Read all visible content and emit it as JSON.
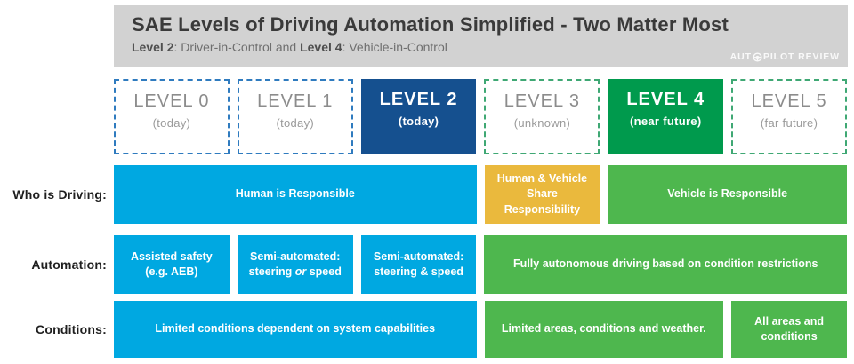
{
  "header": {
    "title": "SAE Levels of Driving Automation Simplified - Two Matter Most",
    "subtitle_bold1": "Level 2",
    "subtitle_mid1": ": Driver-in-Control and ",
    "subtitle_bold2": "Level 4",
    "subtitle_mid2": ": Vehicle-in-Control",
    "logo_pre": "AUT",
    "logo_post": "PILOT REVIEW"
  },
  "levels": [
    {
      "name": "LEVEL 0",
      "note": "(today)"
    },
    {
      "name": "LEVEL 1",
      "note": "(today)"
    },
    {
      "name": "LEVEL 2",
      "note": "(today)"
    },
    {
      "name": "LEVEL 3",
      "note": "(unknown)"
    },
    {
      "name": "LEVEL 4",
      "note": "(near future)"
    },
    {
      "name": "LEVEL 5",
      "note": "(far future)"
    }
  ],
  "rows": {
    "who": {
      "label": "Who is Driving:",
      "human": "Human is Responsible",
      "share_l1": "Human & Vehicle",
      "share_l2": "Share",
      "share_l3": "Responsibility",
      "vehicle": "Vehicle is Responsible"
    },
    "automation": {
      "label": "Automation:",
      "c0_l1": "Assisted safety",
      "c0_l2": "(e.g. AEB)",
      "c1_l1": "Semi-automated:",
      "c1_l2_pre": "steering ",
      "c1_l2_em": "or",
      "c1_l2_post": " speed",
      "c2_l1": "Semi-automated:",
      "c2_l2": "steering & speed",
      "c3": "Fully autonomous driving based on condition restrictions"
    },
    "conditions": {
      "label": "Conditions:",
      "c0": "Limited conditions dependent on system capabilities",
      "c1": "Limited areas, conditions and weather.",
      "c2_l1": "All areas and",
      "c2_l2": "conditions"
    }
  },
  "colors": {
    "header_bg": "#d2d2d2",
    "title_text": "#3a3a3a",
    "subtitle_text": "#6f6f6f",
    "cyan": "#00a8e1",
    "dark_blue": "#15508f",
    "dark_green": "#009a4d",
    "light_green": "#4eb74e",
    "yellow": "#eab93d",
    "dashed_blue_border": "#2f7bbf",
    "dashed_green_border": "#3fa874",
    "level_text_gray": "#8c8c8c",
    "cell_text": "#ffffff"
  }
}
